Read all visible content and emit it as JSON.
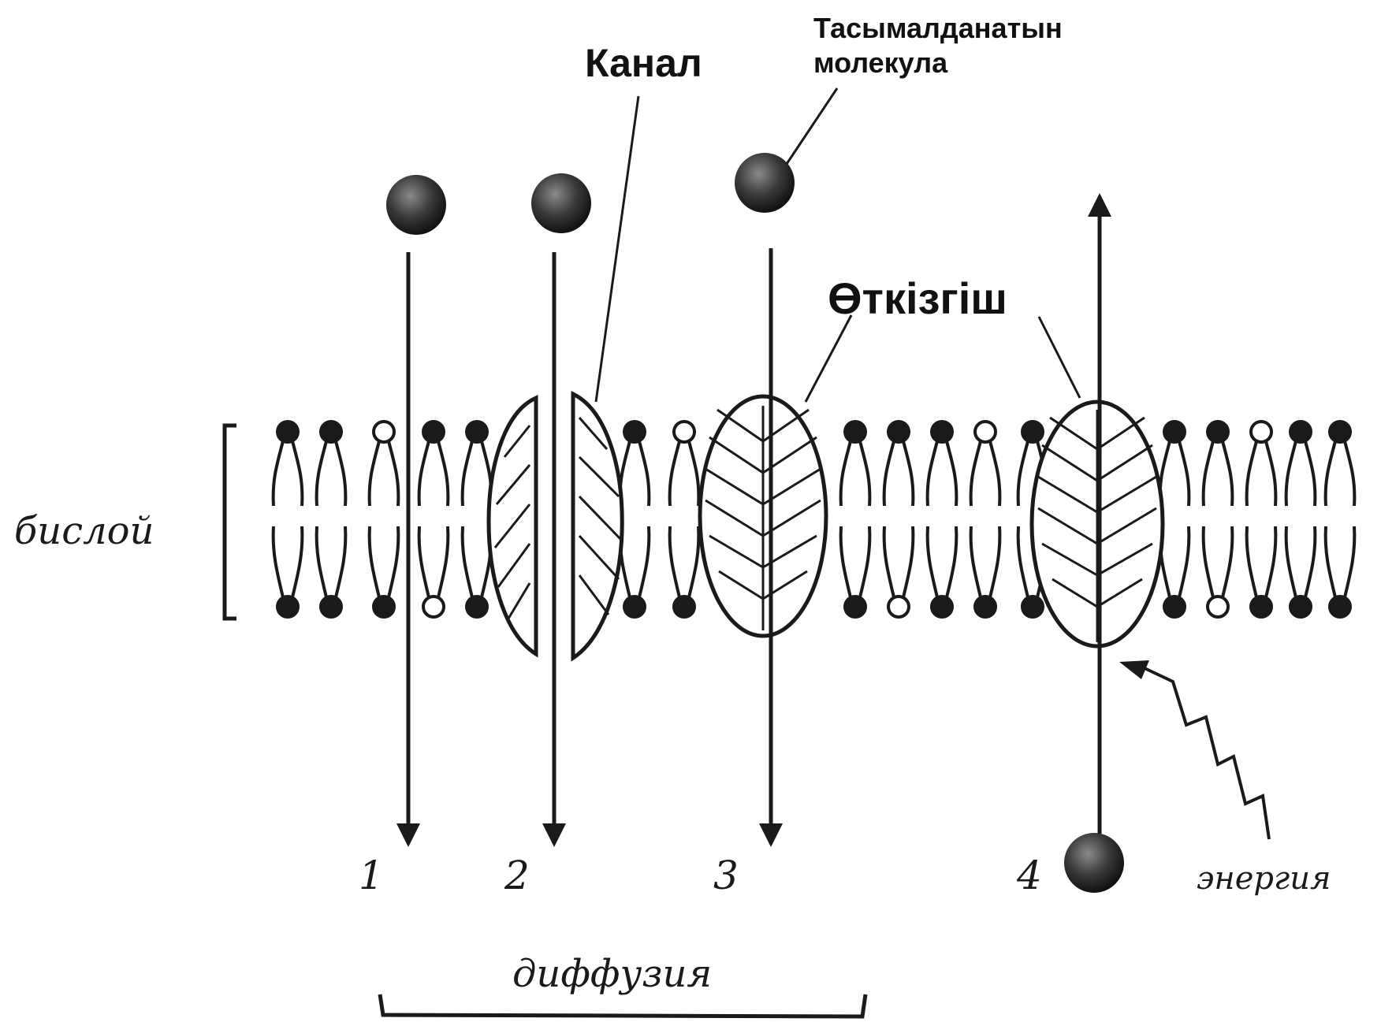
{
  "labels": {
    "channel": "Канал",
    "transported_molecule": "Тасымалданатын\nмолекула",
    "carrier": "Өткізгіш",
    "bilayer": "бислой",
    "energy": "энергия",
    "diffusion": "диффузия",
    "numbers": [
      "1",
      "2",
      "3",
      "4"
    ]
  },
  "colors": {
    "ink": "#1a1a1a",
    "paper": "#ffffff"
  }
}
